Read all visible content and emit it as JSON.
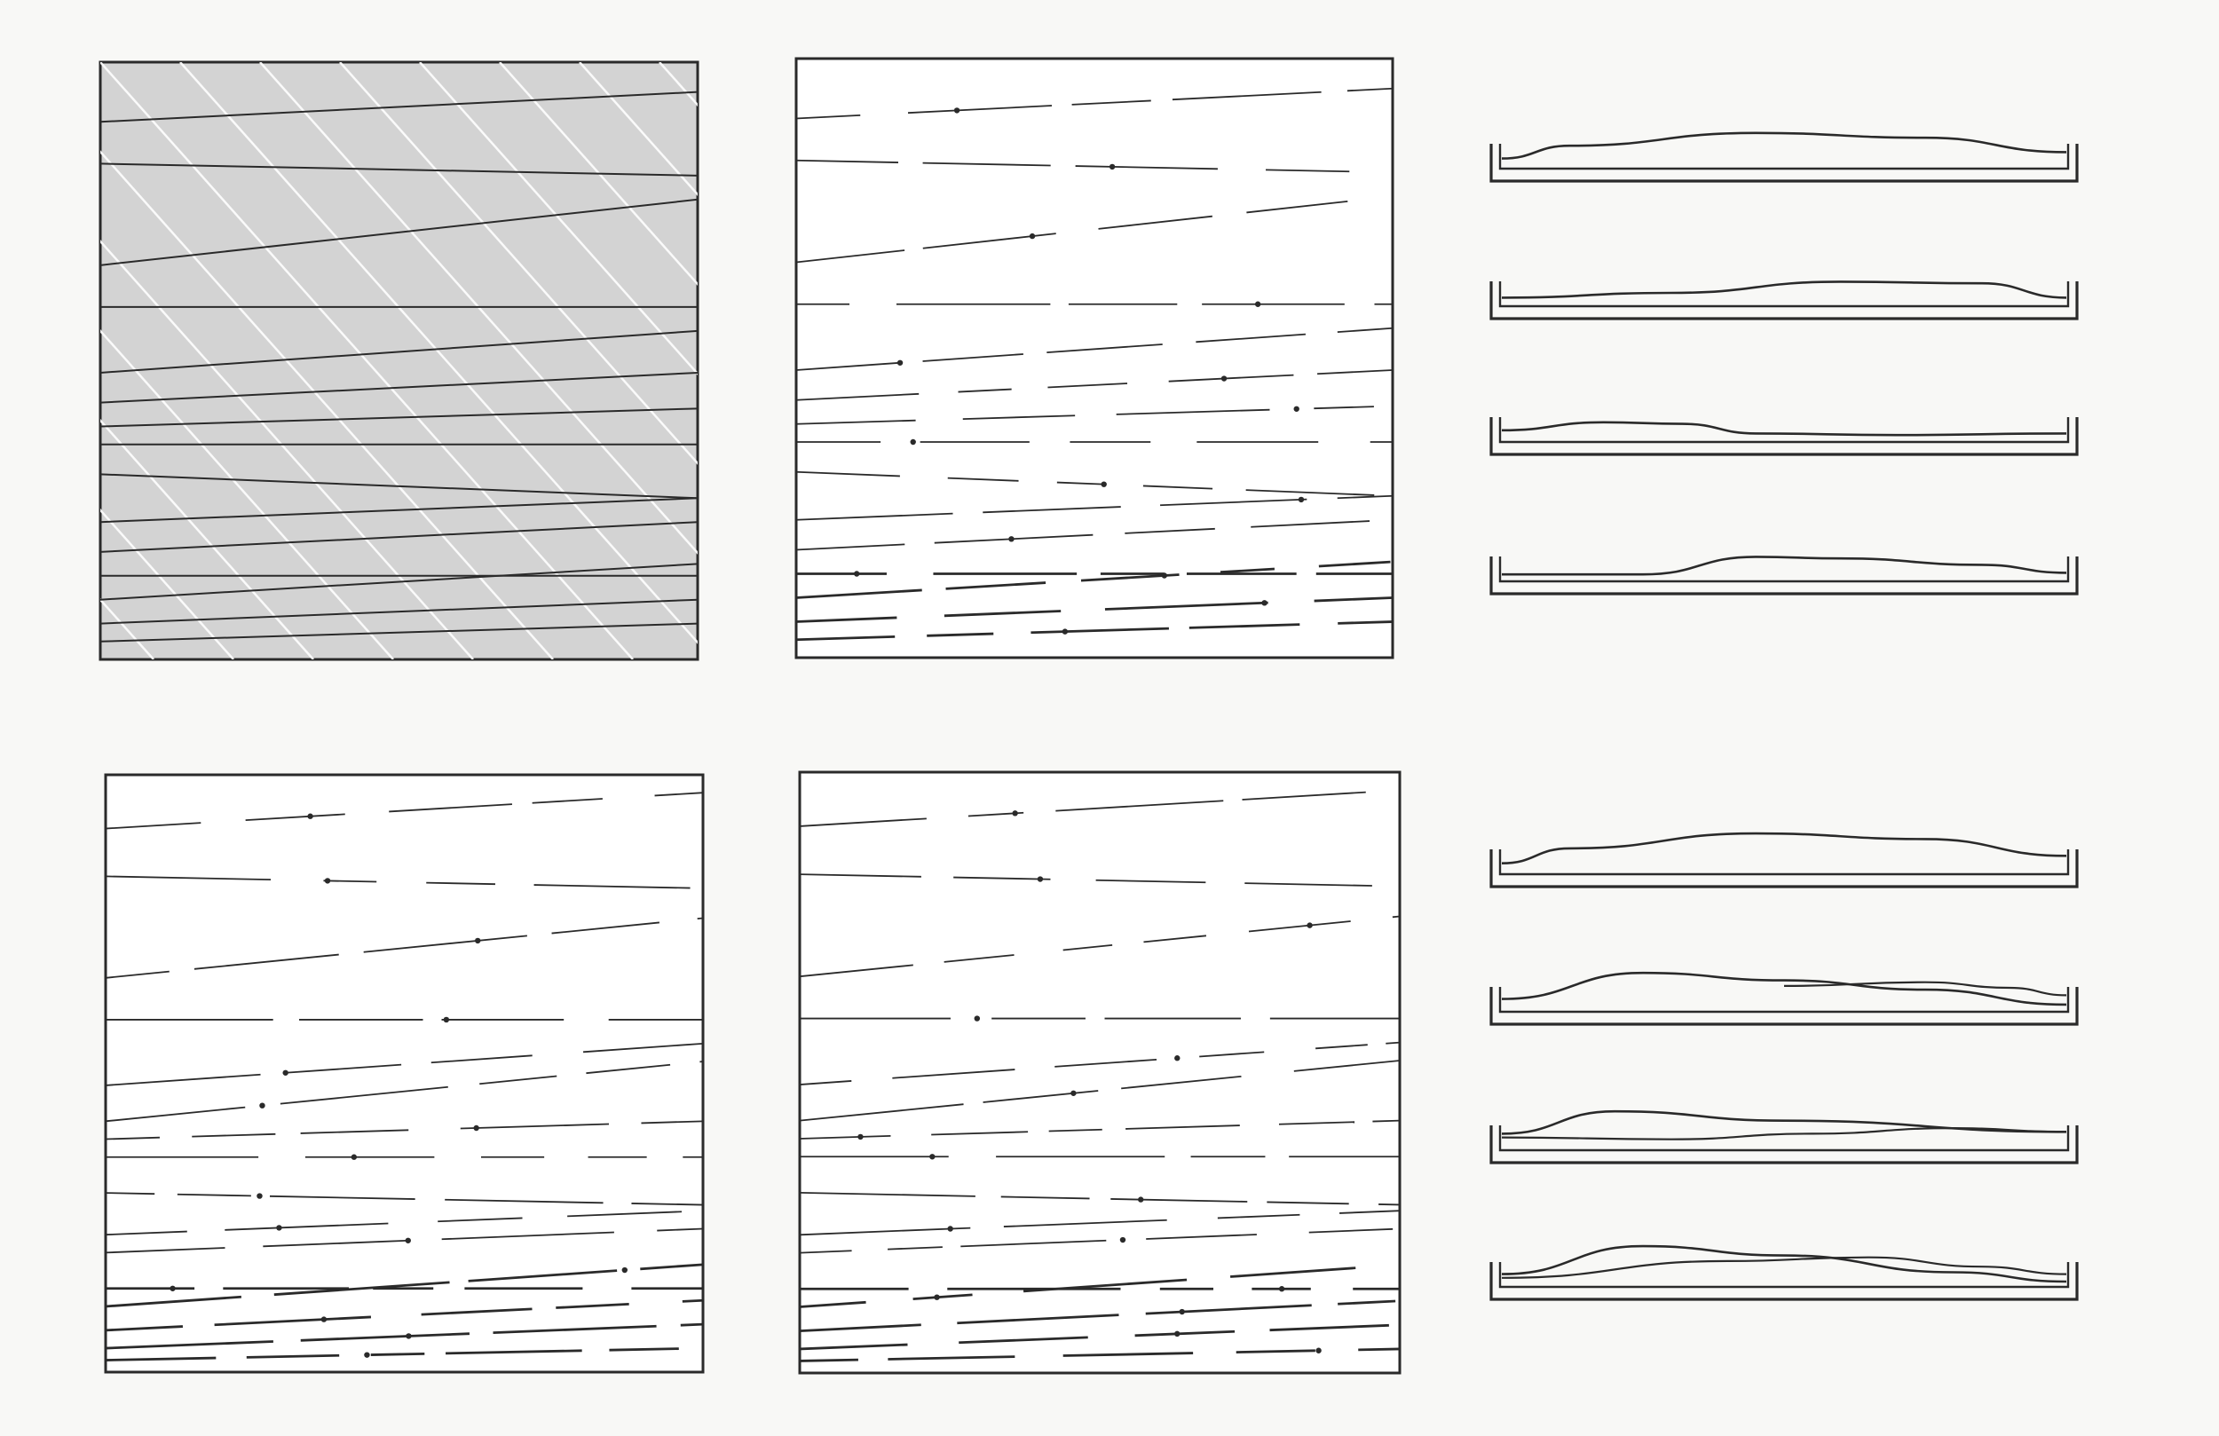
{
  "colors": {
    "background": "#f8f8f6",
    "ink": "#2a2a2a",
    "panel_fill_shaded": "#d3d3d3",
    "hatch": "#ffffff",
    "panel_fill": "#ffffff"
  },
  "panels": [
    {
      "id": "top-left-shaded-lines",
      "style": "shaded-hatched-lines"
    },
    {
      "id": "top-middle-dashed-lines",
      "style": "dashed-lines-with-dots"
    },
    {
      "id": "bottom-left-dashed-lines",
      "style": "dashed-lines-with-dots"
    },
    {
      "id": "bottom-middle-dashed-lines",
      "style": "dashed-lines-with-dots"
    }
  ],
  "trays": [
    {
      "group": "top",
      "profile": "single-hump-centered"
    },
    {
      "group": "top",
      "profile": "single-hump-right"
    },
    {
      "group": "top",
      "profile": "small-hump-left"
    },
    {
      "group": "top",
      "profile": "hump-middle"
    },
    {
      "group": "bottom",
      "profile": "single-hump-centered"
    },
    {
      "group": "bottom",
      "profile": "double-layer"
    },
    {
      "group": "bottom",
      "profile": "double-layer-flat"
    },
    {
      "group": "bottom",
      "profile": "double-hump"
    }
  ]
}
